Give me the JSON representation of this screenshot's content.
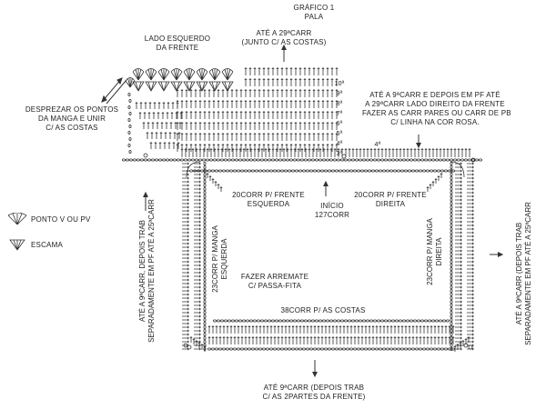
{
  "title": {
    "line1": "GRÁFICO 1",
    "line2": "PALA"
  },
  "labels": {
    "lado_esquerdo": [
      "LADO ESQUERDO",
      "DA FRENTE"
    ],
    "ate_29_costas": [
      "ATÉ A 29ªCARR",
      "(JUNTO C/ AS COSTAS)"
    ],
    "desprezar": [
      "DESPREZAR OS PONTOS",
      "DA MANGA E UNIR",
      "C/ AS COSTAS"
    ],
    "ate_9_right": [
      "ATÉ A 9ªCARR E DEPOIS EM PF ATÉ",
      "A 29ªCARR LADO DIREITO DA FRENTE",
      "FAZER AS CARR PARES OU CARR DE PB",
      "C/ LINHA NA COR ROSA."
    ],
    "corr_frente_esq": [
      "20CORR P/ FRENTE",
      "ESQUERDA"
    ],
    "inicio": [
      "INÍCIO",
      "127CORR"
    ],
    "corr_frente_dir": [
      "20CORR P/ FRENTE",
      "DIREITA"
    ],
    "manga_esq": [
      "23CORR P/ MANGA",
      "ESQUERDA"
    ],
    "manga_dir": [
      "23CORR P/ MANGA",
      "DIREITA"
    ],
    "arremate": [
      "FAZER ARREMATE",
      "C/ PASSA-FITA"
    ],
    "costas": "38CORR P/ AS COSTAS",
    "ate_9_bottom": [
      "ATÉ 9ªCARR (DEPOIS TRAB",
      "C/ AS 2PARTES DA FRENTE)"
    ],
    "left_vertical": [
      "ATÉ A 9ªCARR, DEPOIS TRAB",
      "SEPARADAMENTE EM PF ATÉ A 25ªCARR"
    ],
    "right_vertical": [
      "ATÉ A 9ªCARR (DEPOIS TRAB",
      "SEPARADAMENTE EM PF ATÉ A 25ªCARR"
    ],
    "row_numbers": [
      "10ª",
      "9ª",
      "8ª",
      "7ª",
      "6ª",
      "5ª",
      "4ª",
      "3ª"
    ],
    "row4_right": "4ª"
  },
  "legend": [
    {
      "icon": "fan-icon",
      "label": "PONTO V OU PV"
    },
    {
      "icon": "triangle-icon",
      "label": "ESCAMA"
    }
  ]
}
